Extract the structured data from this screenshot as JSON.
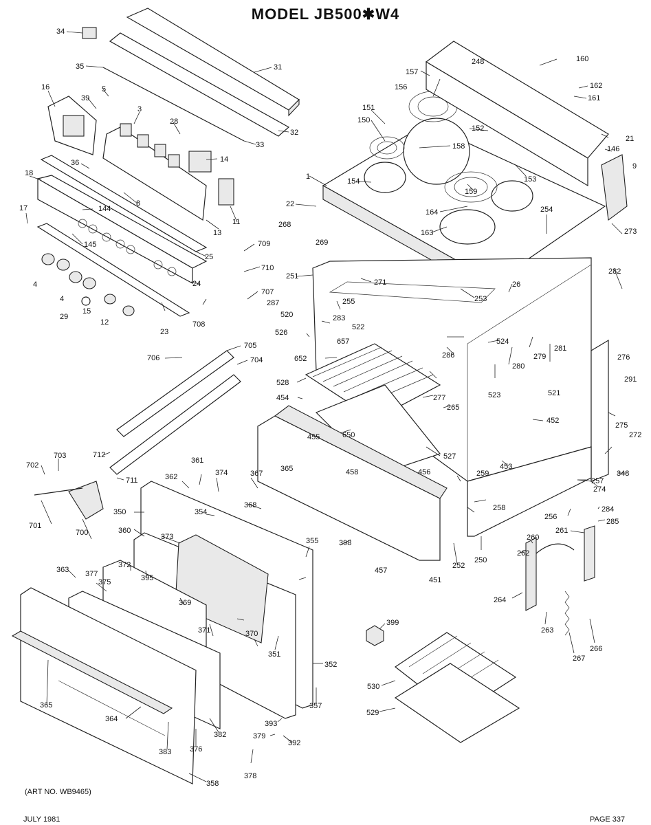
{
  "title": "MODEL JB500✱W4",
  "art_no": "(ART NO. WB9465)",
  "footer": {
    "date": "JULY 1981",
    "page": "PAGE 337"
  },
  "labels": [
    "1",
    "3",
    "4",
    "4",
    "5",
    "8",
    "9",
    "11",
    "12",
    "13",
    "14",
    "15",
    "16",
    "17",
    "18",
    "21",
    "22",
    "23",
    "24",
    "25",
    "26",
    "28",
    "29",
    "31",
    "32",
    "33",
    "34",
    "35",
    "36",
    "39",
    "144",
    "145",
    "146",
    "150",
    "151",
    "152",
    "153",
    "154",
    "156",
    "157",
    "158",
    "159",
    "160",
    "161",
    "162",
    "163",
    "164",
    "248",
    "250",
    "251",
    "252",
    "253",
    "254",
    "255",
    "256",
    "257",
    "258",
    "259",
    "260",
    "261",
    "262",
    "263",
    "264",
    "265",
    "266",
    "267",
    "268",
    "269",
    "271",
    "272",
    "273",
    "274",
    "275",
    "276",
    "277",
    "279",
    "280",
    "281",
    "282",
    "283",
    "284",
    "285",
    "286",
    "287",
    "291",
    "348",
    "350",
    "351",
    "352",
    "354",
    "355",
    "357",
    "358",
    "360",
    "361",
    "362",
    "363",
    "364",
    "365",
    "365",
    "367",
    "368",
    "369",
    "370",
    "371",
    "372",
    "373",
    "374",
    "375",
    "376",
    "377",
    "378",
    "379",
    "382",
    "383",
    "392",
    "393",
    "395",
    "398",
    "399",
    "451",
    "452",
    "453",
    "454",
    "455",
    "456",
    "457",
    "458",
    "520",
    "521",
    "522",
    "523",
    "524",
    "526",
    "527",
    "528",
    "529",
    "530",
    "650",
    "652",
    "657",
    "700",
    "701",
    "702",
    "703",
    "704",
    "705",
    "706",
    "707",
    "708",
    "709",
    "710",
    "711",
    "712"
  ]
}
